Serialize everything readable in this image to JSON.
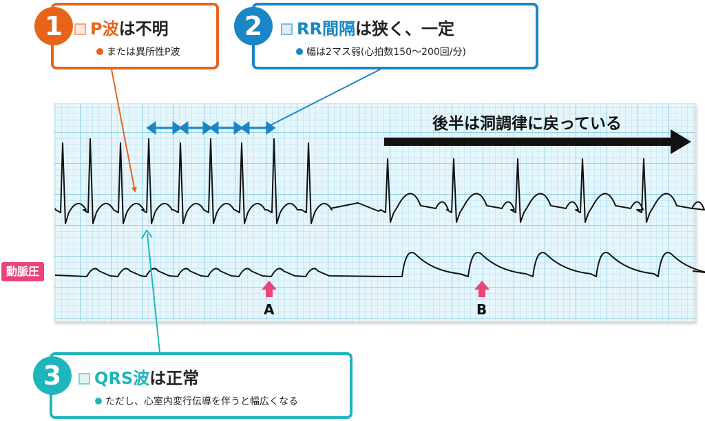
{
  "callouts": [
    {
      "number": "1",
      "title_colored": "P波",
      "title_rest": "は不明",
      "note": "または異所性P波",
      "color": "#e8641c"
    },
    {
      "number": "2",
      "title_colored": "RR間隔",
      "title_rest": "は狭く、一定",
      "note": "幅は2マス弱(心拍数150〜200回/分)",
      "color": "#1a86c5"
    },
    {
      "number": "3",
      "title_colored": "QRS波",
      "title_rest": "は正常",
      "note": "ただし、心室内変行伝導を伴うと幅広くなる",
      "color": "#1fb5bd"
    }
  ],
  "strip": {
    "trace_label": "動脈圧",
    "sinus_label": "後半は洞調律に戻っている",
    "markers": [
      "A",
      "B"
    ]
  },
  "colors": {
    "pink": "#e8457a",
    "grid_major": "#8fd0e6",
    "grid_minor": "#c9e9f4",
    "trace": "#111111"
  }
}
